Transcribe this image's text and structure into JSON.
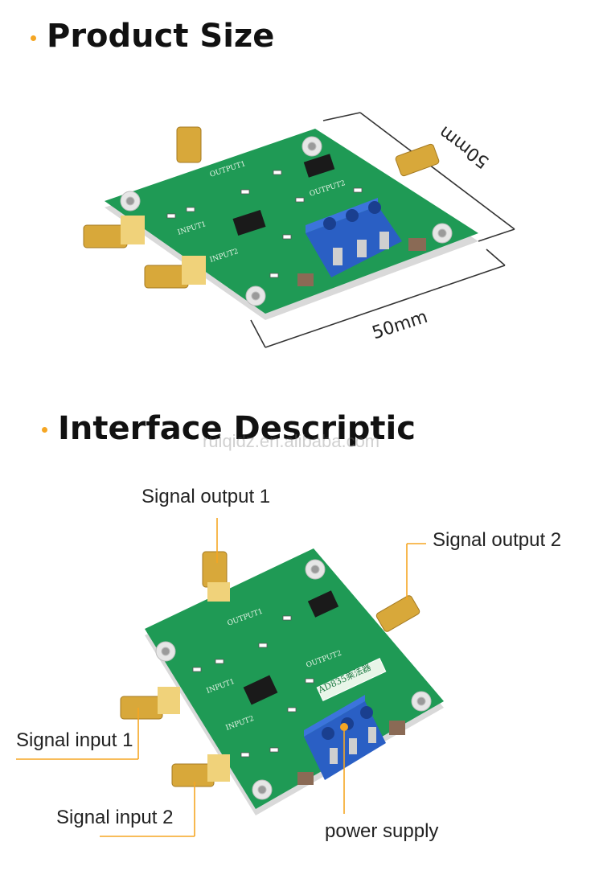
{
  "section1": {
    "title": "Product Size"
  },
  "dimensions": {
    "width": "50mm",
    "height": "50mm"
  },
  "section2": {
    "title": "Interface Descriptic",
    "watermark": "ruiqidz.en.alibaba.com"
  },
  "callouts": {
    "signal_output_1": "Signal output 1",
    "signal_output_2": "Signal output 2",
    "signal_input_1": "Signal input 1",
    "signal_input_2": "Signal input 2",
    "power_supply": "power supply"
  },
  "board_labels": {
    "output1": "OUTPUT1",
    "output2": "OUTPUT2",
    "input1": "INPUT1",
    "input2": "INPUT2",
    "chip": "AD835乘法器"
  },
  "colors": {
    "accent": "#f5a623",
    "pcb": "#1f9a55",
    "terminal": "#2a5fc4",
    "connector": "#d8a83a"
  }
}
